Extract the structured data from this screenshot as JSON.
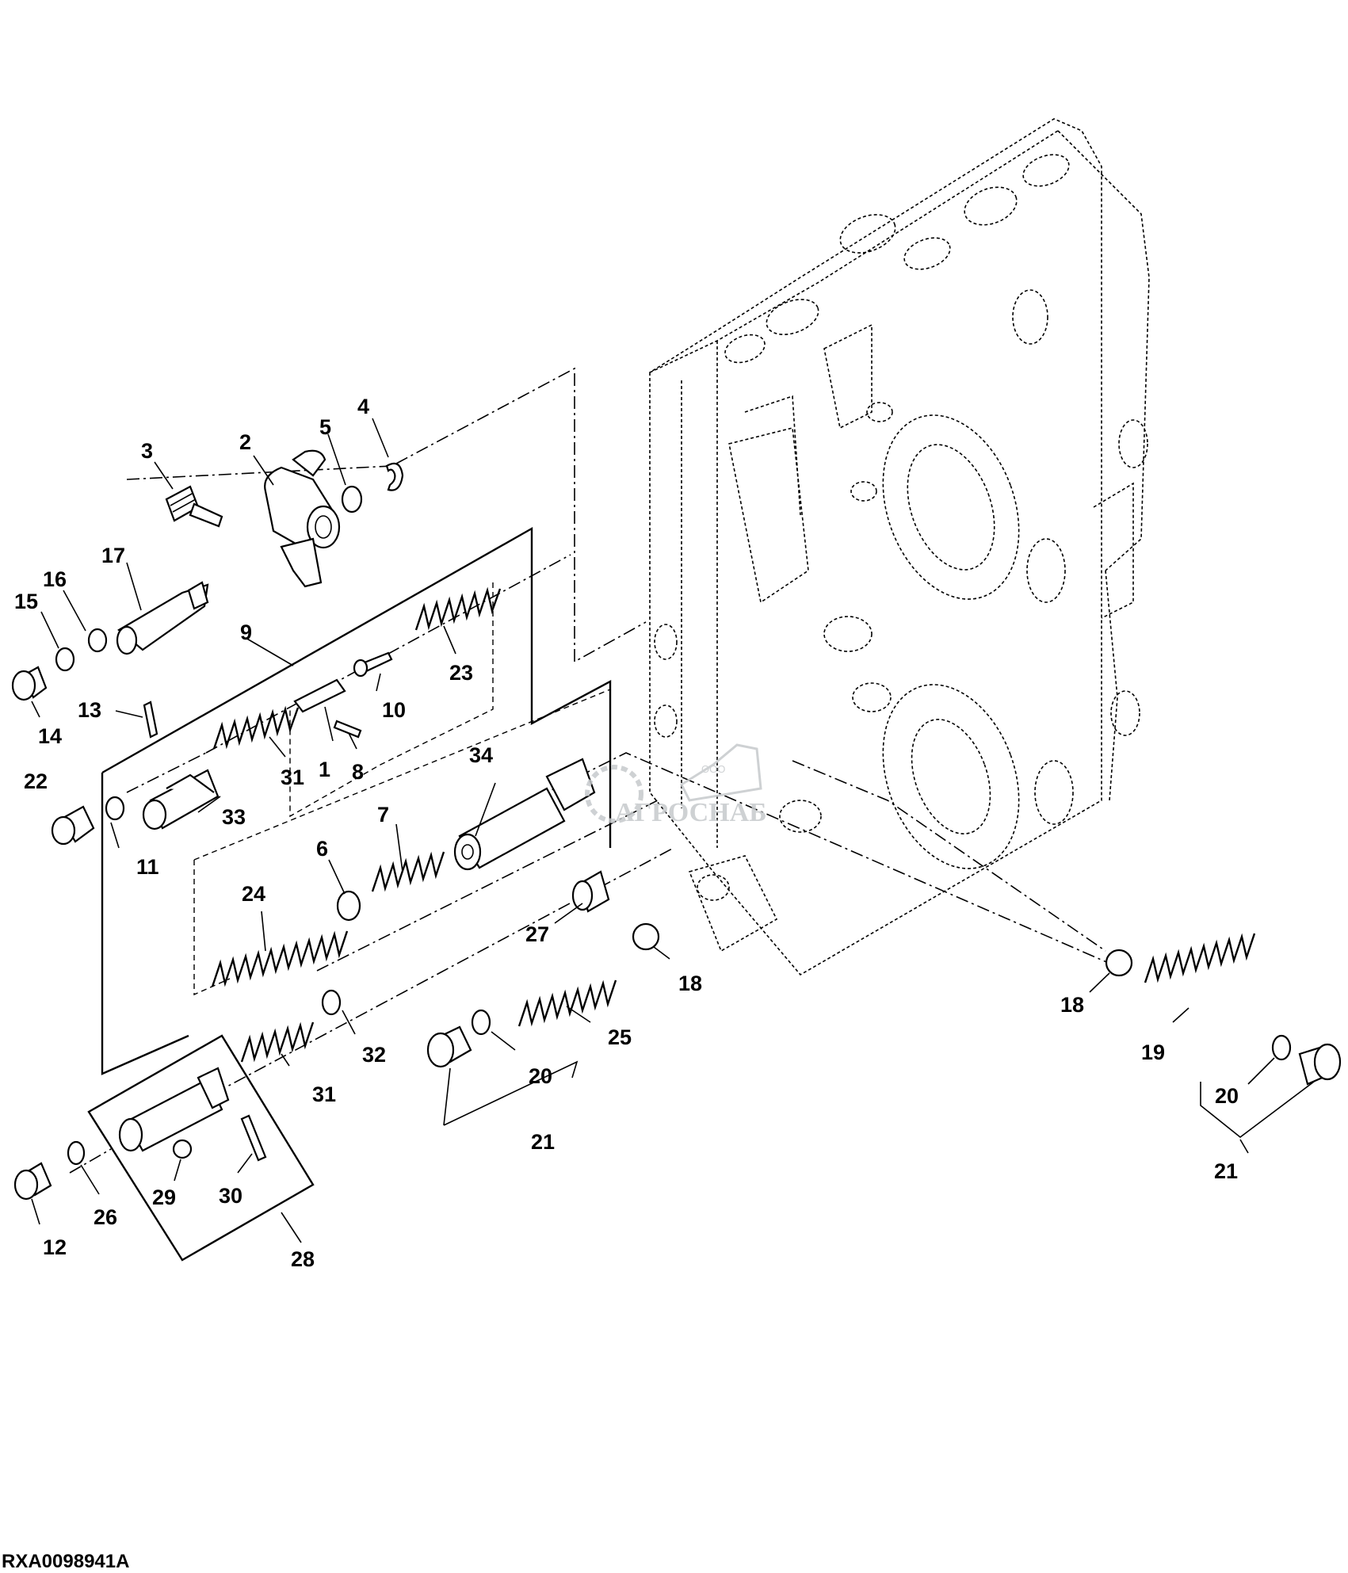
{
  "figure_id": "RXA0098941A",
  "watermark": {
    "prefix": "ООО",
    "name": "АГРОСНАБ",
    "color": "#c6c9cc"
  },
  "callouts": {
    "n1": "1",
    "n2": "2",
    "n3": "3",
    "n4": "4",
    "n5": "5",
    "n6": "6",
    "n7": "7",
    "n8": "8",
    "n9": "9",
    "n10": "10",
    "n11": "11",
    "n12": "12",
    "n13": "13",
    "n14": "14",
    "n15": "15",
    "n16": "16",
    "n17": "17",
    "n18a": "18",
    "n18b": "18",
    "n19": "19",
    "n20a": "20",
    "n20b": "20",
    "n21a": "21",
    "n21b": "21",
    "n22": "22",
    "n23": "23",
    "n24": "24",
    "n25": "25",
    "n26": "26",
    "n27": "27",
    "n28": "28",
    "n29": "29",
    "n30": "30",
    "n31a": "31",
    "n31b": "31",
    "n32": "32",
    "n33": "33",
    "n34": "34"
  }
}
